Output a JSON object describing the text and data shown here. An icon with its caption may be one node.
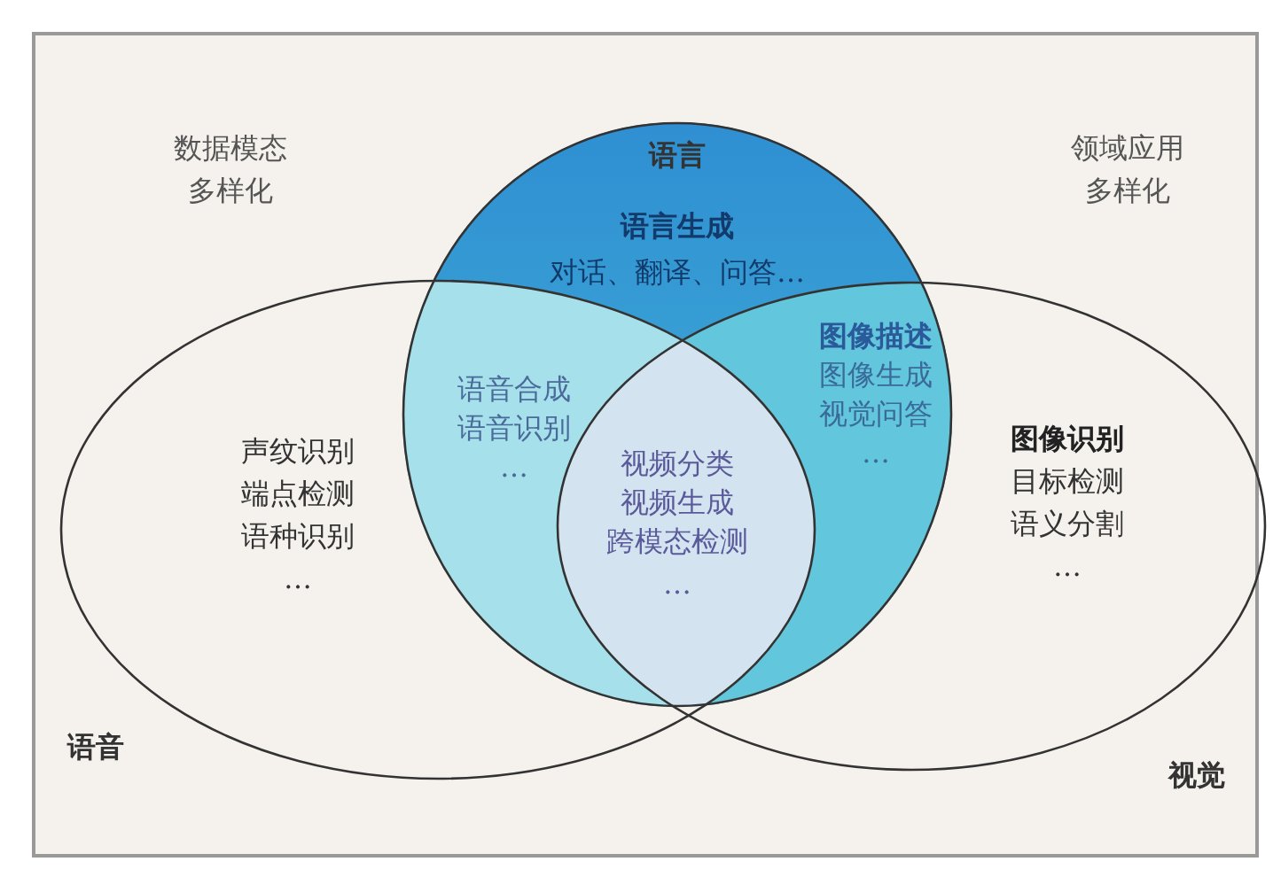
{
  "diagram": {
    "nodes": [
      {
        "text": [
          "语言",
          "语言生成",
          "对话、翻译、问答…"
        ]
      },
      {
        "text": [
          "语音",
          "声纹识别",
          "端点检测",
          "语种识别",
          "…"
        ]
      },
      {
        "text": [
          "视觉",
          "图像识别",
          "目标检测",
          "语义分割",
          "…"
        ]
      }
    ],
    "labels": [
      "数据模态多样化",
      "领域应用多样化",
      "语音合成",
      "语音识别",
      "…",
      "图像描述",
      "图像生成",
      "视觉问答",
      "…",
      "视频分类",
      "视频生成",
      "跨模态检测",
      "…"
    ]
  }
}
